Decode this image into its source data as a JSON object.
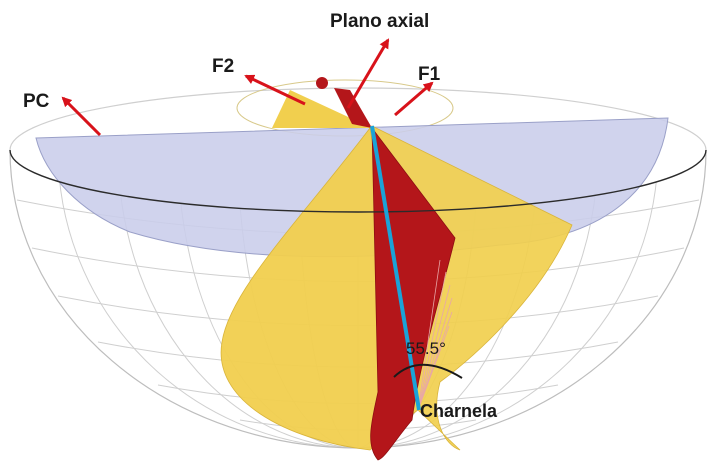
{
  "labels": {
    "plano_axial": "Plano axial",
    "f1": "F1",
    "f2": "F2",
    "pc": "PC",
    "charnela": "Charnela",
    "angle": "55.5°"
  },
  "colors": {
    "great_circle_plane": "#c9cdea",
    "limb_yellow": "#f1cf4e",
    "limb_yellow_dark": "#d9b43a",
    "axial_plane": "#b4161a",
    "hinge_line": "#1ba3d8",
    "arrow": "#d8121a",
    "grid": "#cfcfcf",
    "outline": "#2b2b2b"
  }
}
